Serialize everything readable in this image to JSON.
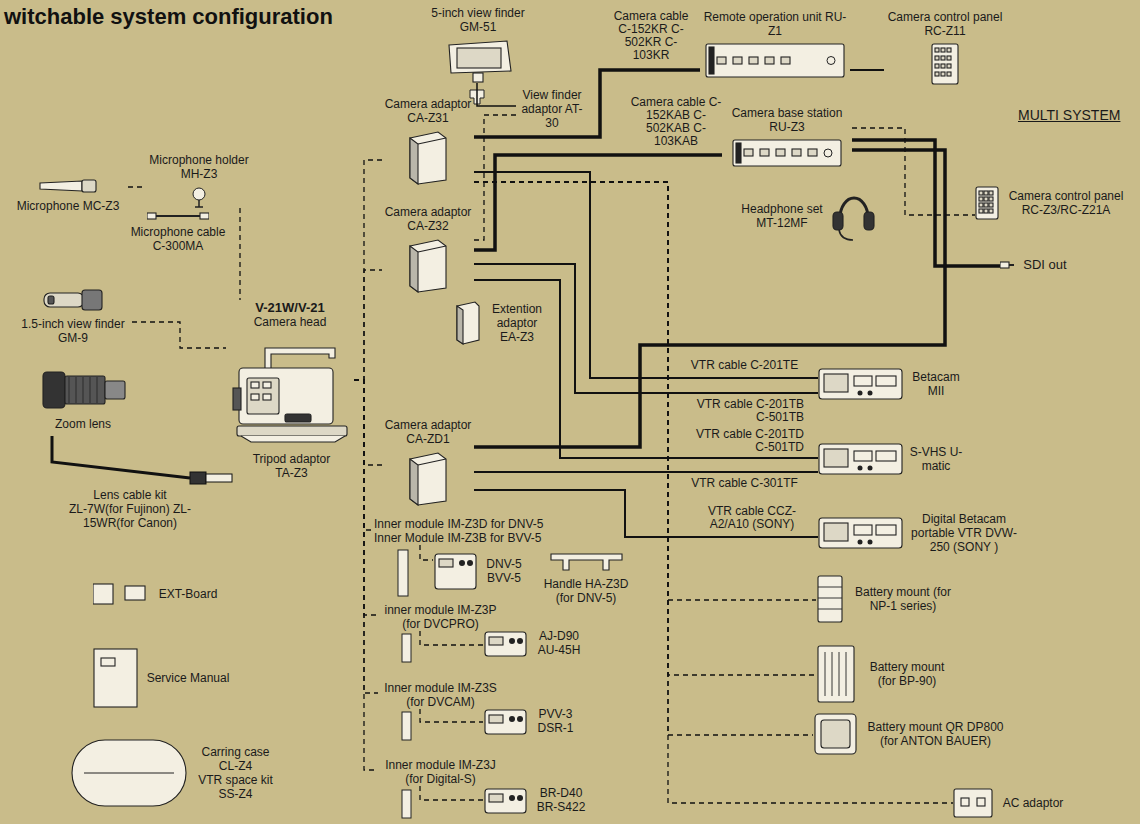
{
  "diagram": {
    "title": "witchable system configuration",
    "nodes": [
      {
        "text": [
          "5-inch view finder GM-51"
        ]
      },
      {
        "text": [
          "View finder adaptor AT-30"
        ]
      },
      {
        "text": [
          "Camera adaptor CA-Z31"
        ]
      },
      {
        "text": [
          "Camera adaptor CA-Z32"
        ]
      },
      {
        "text": [
          "Extention adaptor EA-Z3"
        ]
      },
      {
        "text": [
          "Remote operation unit RU-Z1"
        ]
      },
      {
        "text": [
          "Camera control panel RC-Z11"
        ]
      },
      {
        "text": [
          "Camera base station RU-Z3"
        ]
      },
      {
        "text": [
          "Headphone set MT-12MF"
        ]
      },
      {
        "text": [
          "Camera control panel RC-Z3/RC-Z21A"
        ]
      },
      {
        "text": [
          "SDI out"
        ]
      },
      {
        "text": [
          "Microphone MC-Z3"
        ]
      },
      {
        "text": [
          "Microphone holder MH-Z3"
        ]
      },
      {
        "text": [
          "Microphone cable C-300MA"
        ]
      },
      {
        "text": [
          "1.5-inch view finder GM-9"
        ]
      },
      {
        "text": [
          "V-21W/V-21",
          "Camera head"
        ]
      },
      {
        "text": [
          "Zoom lens"
        ]
      },
      {
        "text": [
          "Tripod adaptor TA-Z3"
        ]
      },
      {
        "text": [
          "Lens cable kit",
          "ZL-7W(for Fujinon) ZL-15WR(for Canon)"
        ]
      },
      {
        "text": [
          "Camera adaptor CA-ZD1"
        ]
      },
      {
        "text": [
          "Betacam MII"
        ]
      },
      {
        "text": [
          "S-VHS U-matic"
        ]
      },
      {
        "text": [
          "Digital Betacam portable VTR DVW-250 (SONY )"
        ]
      },
      {
        "text": [
          "Inner module IM-Z3D for DNV-5",
          "Inner Module IM-Z3B for BVV-5"
        ]
      },
      {
        "text": [
          "DNV-5 BVV-5"
        ]
      },
      {
        "text": [
          "Handle HA-Z3D (for DNV-5)"
        ]
      },
      {
        "text": [
          "inner module IM-Z3P (for DVCPRO)"
        ]
      },
      {
        "text": [
          "AJ-D90 AU-45H"
        ]
      },
      {
        "text": [
          "Inner module IM-Z3S (for DVCAM)"
        ]
      },
      {
        "text": [
          "PVV-3 DSR-1"
        ]
      },
      {
        "text": [
          "Inner module IM-Z3J (for Digital-S)"
        ]
      },
      {
        "text": [
          "BR-D40 BR-S422"
        ]
      },
      {
        "text": [
          "Battery mount (for NP-1 series)"
        ]
      },
      {
        "text": [
          "Battery mount (for BP-90)"
        ]
      },
      {
        "text": [
          "Battery mount QR DP800 (for ANTON BAUER)"
        ]
      },
      {
        "text": [
          "AC adaptor"
        ]
      },
      {
        "text": [
          "EXT-Board"
        ]
      },
      {
        "text": [
          "Service Manual"
        ]
      },
      {
        "text": [
          "Carring case CL-Z4",
          "VTR space kit SS-Z4"
        ]
      }
    ],
    "edges": [
      {
        "from": 2,
        "to": 5,
        "label": "Camera cable C-152KR C-502KR C-103KR",
        "arrow": "none"
      },
      {
        "from": 3,
        "to": 7,
        "label": "Camera cable C-152KAB C-502KAB C-103KAB",
        "arrow": "none"
      },
      {
        "from": 5,
        "to": 6,
        "arrow": "none"
      },
      {
        "from": 7,
        "to": 9,
        "arrow": "none"
      },
      {
        "from": 7,
        "to": 10,
        "arrow": "none"
      },
      {
        "from": 19,
        "to": 7,
        "arrow": "none"
      },
      {
        "from": 2,
        "to": 20,
        "label": "VTR cable C-201TE",
        "arrow": "none"
      },
      {
        "from": 3,
        "to": 20,
        "label": "VTR cable C-201TB C-501TB",
        "arrow": "none"
      },
      {
        "from": 3,
        "to": 21,
        "label": "VTR cable C-201TD C-501TD",
        "arrow": "none"
      },
      {
        "from": 19,
        "to": 21,
        "label": "VTR cable C-301TF",
        "arrow": "none"
      },
      {
        "from": 19,
        "to": 22,
        "label": "VTR cable CCZ-A2/A10 (SONY)",
        "arrow": "none"
      },
      {
        "from": 15,
        "to": 2,
        "arrow": "none"
      },
      {
        "from": 15,
        "to": 3,
        "arrow": "none"
      },
      {
        "from": 15,
        "to": 19,
        "arrow": "none"
      },
      {
        "from": 15,
        "to": 23,
        "arrow": "none"
      },
      {
        "from": 15,
        "to": 26,
        "arrow": "none"
      },
      {
        "from": 15,
        "to": 28,
        "arrow": "none"
      },
      {
        "from": 15,
        "to": 30,
        "arrow": "none"
      },
      {
        "from": 23,
        "to": 24,
        "arrow": "none"
      },
      {
        "from": 26,
        "to": 27,
        "arrow": "none"
      },
      {
        "from": 28,
        "to": 29,
        "arrow": "none"
      },
      {
        "from": 30,
        "to": 31,
        "arrow": "none"
      },
      {
        "from": 2,
        "to": 32,
        "arrow": "none"
      },
      {
        "from": 2,
        "to": 33,
        "arrow": "none"
      },
      {
        "from": 2,
        "to": 34,
        "arrow": "none"
      },
      {
        "from": 2,
        "to": 35,
        "arrow": "none"
      },
      {
        "from": 11,
        "to": 12,
        "arrow": "none"
      },
      {
        "from": 12,
        "to": 15,
        "arrow": "none"
      },
      {
        "from": 14,
        "to": 15,
        "arrow": "none"
      },
      {
        "from": 0,
        "to": 1,
        "arrow": "none"
      },
      {
        "from": 1,
        "to": 3,
        "arrow": "none"
      }
    ],
    "labels": [
      "MULTI SYSTEM"
    ]
  }
}
